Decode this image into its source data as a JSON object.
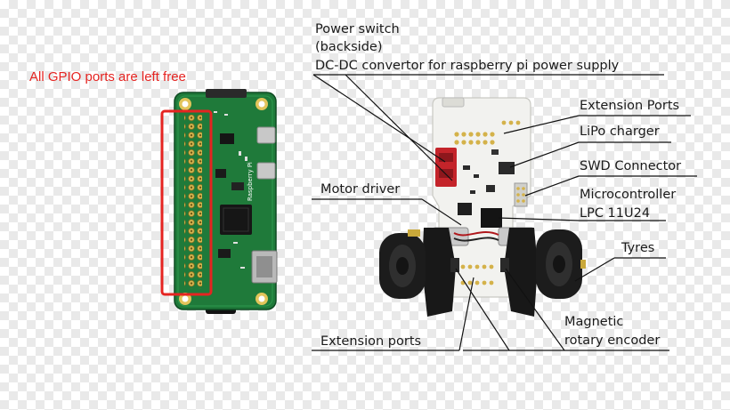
{
  "gpio_note": "All GPIO ports are left free",
  "labels": {
    "power_switch": "Power switch",
    "backside": "(backside)",
    "dcdc": "DC-DC convertor for raspberry pi power supply",
    "extension_ports_top": "Extension Ports",
    "lipo_charger": "LiPo charger",
    "swd_connector": "SWD Connector",
    "motor_driver": "Motor driver",
    "microcontroller": "Microcontroller",
    "lpc": "LPC 11U24",
    "tyres": "Tyres",
    "extension_ports_bottom": "Extension ports",
    "magnetic": "Magnetic",
    "rotary_encoder": "rotary encoder"
  },
  "colors": {
    "pcb_green": "#1f7a3a",
    "highlight_red": "#e52421",
    "robot_board": "#f2f2ef",
    "wheel_black": "#1c1c1c",
    "gold": "#c9a83a"
  }
}
